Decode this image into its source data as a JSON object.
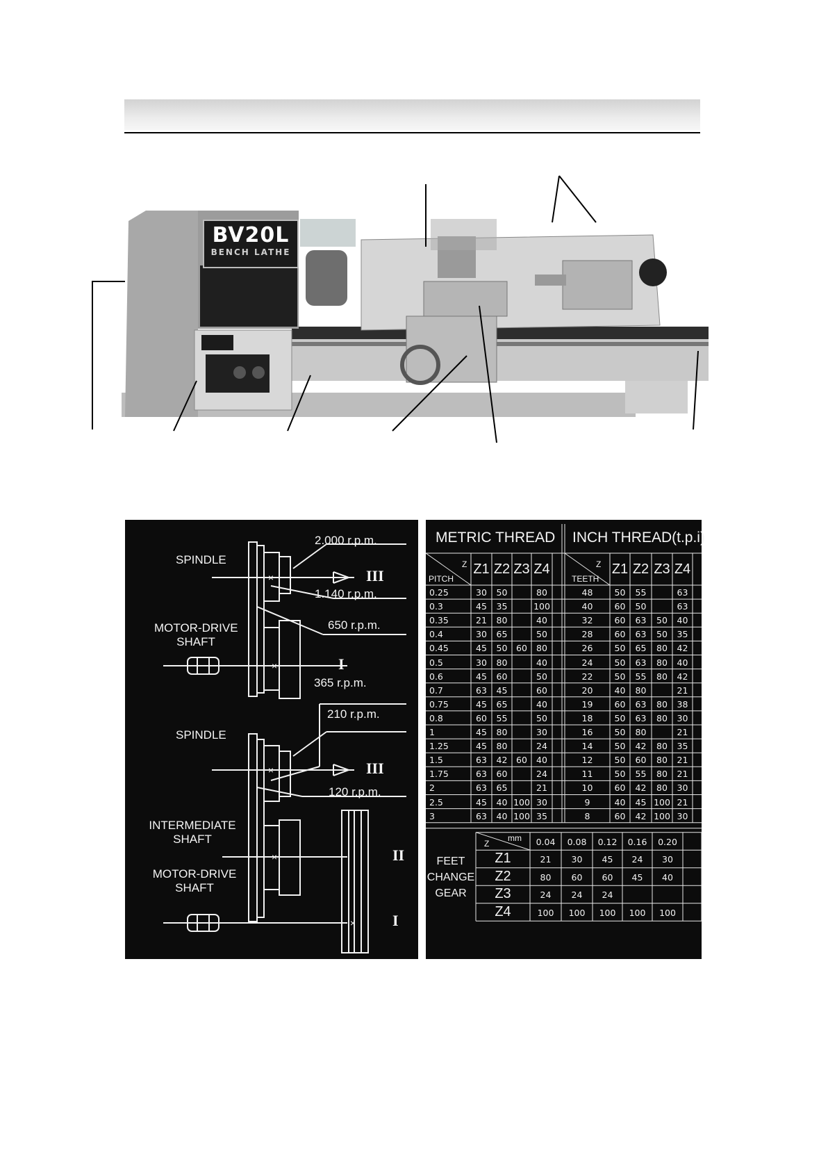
{
  "lathe": {
    "model": "BV20L",
    "subtitle": "BENCH LATHE"
  },
  "gear_diagram": {
    "top": {
      "spindle": "SPINDLE",
      "motor_shaft": [
        "MOTOR-DRIVE",
        "SHAFT"
      ],
      "speeds": [
        "2.000 r.p.m.",
        "1.140 r.p.m.",
        "650 r.p.m."
      ],
      "shafts": [
        "III",
        "I"
      ]
    },
    "bottom": {
      "spindle": "SPINDLE",
      "intermediate_shaft": [
        "INTERMEDIATE",
        "SHAFT"
      ],
      "motor_shaft": [
        "MOTOR-DRIVE",
        "SHAFT"
      ],
      "speeds": [
        "365 r.p.m.",
        "210 r.p.m.",
        "120 r.p.m."
      ],
      "shafts": [
        "III",
        "II",
        "I"
      ]
    }
  },
  "thread_table": {
    "metric_title": "METRIC THREAD",
    "inch_title": "INCH THREAD(t.p.i)",
    "metric_corner": {
      "z": "Z",
      "label": "PITCH"
    },
    "inch_corner": {
      "z": "Z",
      "label": "TEETH"
    },
    "z_headers": [
      "Z1",
      "Z2",
      "Z3",
      "Z4"
    ],
    "metric_rows": [
      [
        "0.25",
        "30",
        "50",
        "",
        "80"
      ],
      [
        "0.3",
        "45",
        "35",
        "",
        "100"
      ],
      [
        "0.35",
        "21",
        "80",
        "",
        "40"
      ],
      [
        "0.4",
        "30",
        "65",
        "",
        "50"
      ],
      [
        "0.45",
        "45",
        "50",
        "60",
        "80"
      ],
      [
        "0.5",
        "30",
        "80",
        "",
        "40"
      ],
      [
        "0.6",
        "45",
        "60",
        "",
        "50"
      ],
      [
        "0.7",
        "63",
        "45",
        "",
        "60"
      ],
      [
        "0.75",
        "45",
        "65",
        "",
        "40"
      ],
      [
        "0.8",
        "60",
        "55",
        "",
        "50"
      ],
      [
        "1",
        "45",
        "80",
        "",
        "30"
      ],
      [
        "1.25",
        "45",
        "80",
        "",
        "24"
      ],
      [
        "1.5",
        "63",
        "42",
        "60",
        "40"
      ],
      [
        "1.75",
        "63",
        "60",
        "",
        "24"
      ],
      [
        "2",
        "63",
        "65",
        "",
        "21"
      ],
      [
        "2.5",
        "45",
        "40",
        "100",
        "30"
      ],
      [
        "3",
        "63",
        "40",
        "100",
        "35"
      ]
    ],
    "inch_rows": [
      [
        "48",
        "50",
        "55",
        "",
        "63"
      ],
      [
        "40",
        "60",
        "50",
        "",
        "63"
      ],
      [
        "32",
        "60",
        "63",
        "50",
        "40"
      ],
      [
        "28",
        "60",
        "63",
        "50",
        "35"
      ],
      [
        "26",
        "50",
        "65",
        "80",
        "42"
      ],
      [
        "24",
        "50",
        "63",
        "80",
        "40"
      ],
      [
        "22",
        "50",
        "55",
        "80",
        "42"
      ],
      [
        "20",
        "40",
        "80",
        "",
        "21"
      ],
      [
        "19",
        "60",
        "63",
        "80",
        "38"
      ],
      [
        "18",
        "50",
        "63",
        "80",
        "30"
      ],
      [
        "16",
        "50",
        "80",
        "",
        "21"
      ],
      [
        "14",
        "50",
        "42",
        "80",
        "35"
      ],
      [
        "12",
        "50",
        "60",
        "80",
        "21"
      ],
      [
        "11",
        "50",
        "55",
        "80",
        "21"
      ],
      [
        "10",
        "60",
        "42",
        "80",
        "30"
      ],
      [
        "9",
        "40",
        "45",
        "100",
        "21"
      ],
      [
        "8",
        "60",
        "42",
        "100",
        "30"
      ]
    ],
    "feed": {
      "label": [
        "FEET",
        "CHANGE",
        "GEAR"
      ],
      "corner_z": "Z",
      "corner_unit": "mm",
      "columns": [
        "0.04",
        "0.08",
        "0.12",
        "0.16",
        "0.20"
      ],
      "rows": [
        {
          "z": "Z1",
          "values": [
            "21",
            "30",
            "45",
            "24",
            "30"
          ]
        },
        {
          "z": "Z2",
          "values": [
            "80",
            "60",
            "60",
            "45",
            "40"
          ]
        },
        {
          "z": "Z3",
          "values": [
            "24",
            "24",
            "24",
            "",
            ""
          ]
        },
        {
          "z": "Z4",
          "values": [
            "100",
            "100",
            "100",
            "100",
            "100"
          ]
        }
      ]
    }
  }
}
